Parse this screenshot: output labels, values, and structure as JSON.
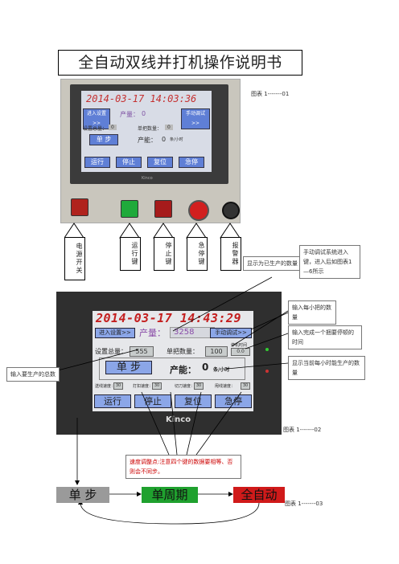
{
  "title": "全自动双线并打机操作说明书",
  "figures": {
    "fig1": "图表 1-------01",
    "fig2": "图表 1-------02",
    "fig3": "图表 1-------03"
  },
  "hmi_small": {
    "datetime": "2014-03-17  14:03:36",
    "enter_settings": "进入设置>>",
    "output_label": "产量：",
    "output_value": "0",
    "manual_debug": "手动调试>>",
    "total_label": "设置总量：",
    "total_value": "0",
    "per_bundle_label": "单把数量：",
    "per_bundle_value": "0",
    "mode": "单 步",
    "capacity_label": "产能：",
    "capacity_value": "0",
    "capacity_unit": "条/小时",
    "run": "运行",
    "stop": "停止",
    "reset": "复位",
    "estop": "急停",
    "brand": "Kinco"
  },
  "hmi_large": {
    "datetime": "2014-03-17  14:43:29",
    "enter_settings": "进入设置>>",
    "output_label": "产量：",
    "output_value": "3258",
    "manual_debug": "手动调试>>",
    "total_label": "设置总量：",
    "total_value": "555",
    "per_bundle_label": "单把数量：",
    "per_bundle_value": "100",
    "stop_time_label": "停机时间",
    "stop_time_value": "0.0",
    "mode": "单 步",
    "capacity_label": "产能：",
    "capacity_value": "0",
    "capacity_unit": "条/小时",
    "speed_wire": "送线速度：",
    "speed_wire_value": "30",
    "speed_twist": "打扣速度：",
    "speed_twist_value": "30",
    "speed_cut": "切刀速度：",
    "speed_cut_value": "30",
    "speed_swing": "甩线速度：",
    "speed_swing_value": "30",
    "run": "运行",
    "stop": "停止",
    "reset": "复位",
    "estop": "急停",
    "brand": "Kinco"
  },
  "arrow_labels": [
    "电源开关",
    "运行键",
    "停止键",
    "急停键",
    "报警器"
  ],
  "callouts": {
    "produced": "显示为已生产的数量",
    "manual": "手动调试系统进入键，进入后如图表1—6所示",
    "per_bundle": "输入每小把的数量",
    "stop_time": "输入完成一个捆要停顿的时间",
    "capacity": "显示当前每小时能生产的数量",
    "total": "输入要生产的总数",
    "speed_note": "速度调整点:注意四个键的数据要相等、否则会不同步。"
  },
  "modes": [
    "单 步",
    "单周期",
    "全自动"
  ],
  "colors": {
    "step": "#9a9a9a",
    "cycle": "#1fa12e",
    "auto": "#d01a1a"
  }
}
